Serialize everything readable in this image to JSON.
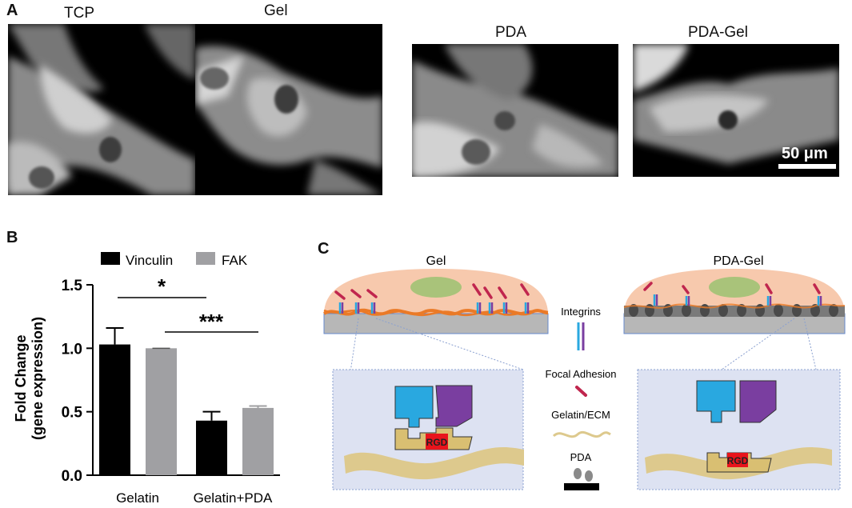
{
  "panelA": {
    "letter": "A",
    "images": [
      {
        "label": "TCP"
      },
      {
        "label": "Gel"
      },
      {
        "label": "PDA"
      },
      {
        "label": "PDA-Gel"
      }
    ],
    "scale_bar": "50 μm"
  },
  "panelB": {
    "letter": "B",
    "chart_data": {
      "type": "bar",
      "categories": [
        "Gelatin",
        "Gelatin+PDA"
      ],
      "series": [
        {
          "name": "Vinculin",
          "color": "#000000",
          "values": [
            1.03,
            0.43
          ],
          "errors": [
            0.13,
            0.07
          ]
        },
        {
          "name": "FAK",
          "color": "#a0a0a3",
          "values": [
            1.0,
            0.53
          ],
          "errors": [
            0.0,
            0.015
          ]
        }
      ],
      "ylabel_line1": "Fold Change",
      "ylabel_line2": "(gene expression)",
      "ylim": [
        0,
        1.5
      ],
      "yticks": [
        "0.0",
        "0.5",
        "1.0",
        "1.5"
      ],
      "significance": [
        "*",
        "***"
      ],
      "legend_position": "top"
    }
  },
  "panelC": {
    "letter": "C",
    "left_title": "Gel",
    "right_title": "PDA-Gel",
    "legend": {
      "integrins": "Integrins",
      "focal_adhesion": "Focal Adhesion",
      "gelatin": "Gelatin/ECM",
      "pda": "PDA"
    },
    "rgd_label": "RGD",
    "colors": {
      "cell": "#f7c9ad",
      "nucleus": "#a9c37a",
      "substrate": "#b7b7b7",
      "gelatin_fiber": "#ea7a27",
      "integrin_blue": "#29a8e0",
      "integrin_purple": "#7a3ea0",
      "focal_adhesion": "#c0264e",
      "zoom_bg": "#dde2f2",
      "gelatin_strand": "#ddc98d",
      "rgd_box": "#d9bf72",
      "rgd_red": "#e8141c"
    }
  }
}
